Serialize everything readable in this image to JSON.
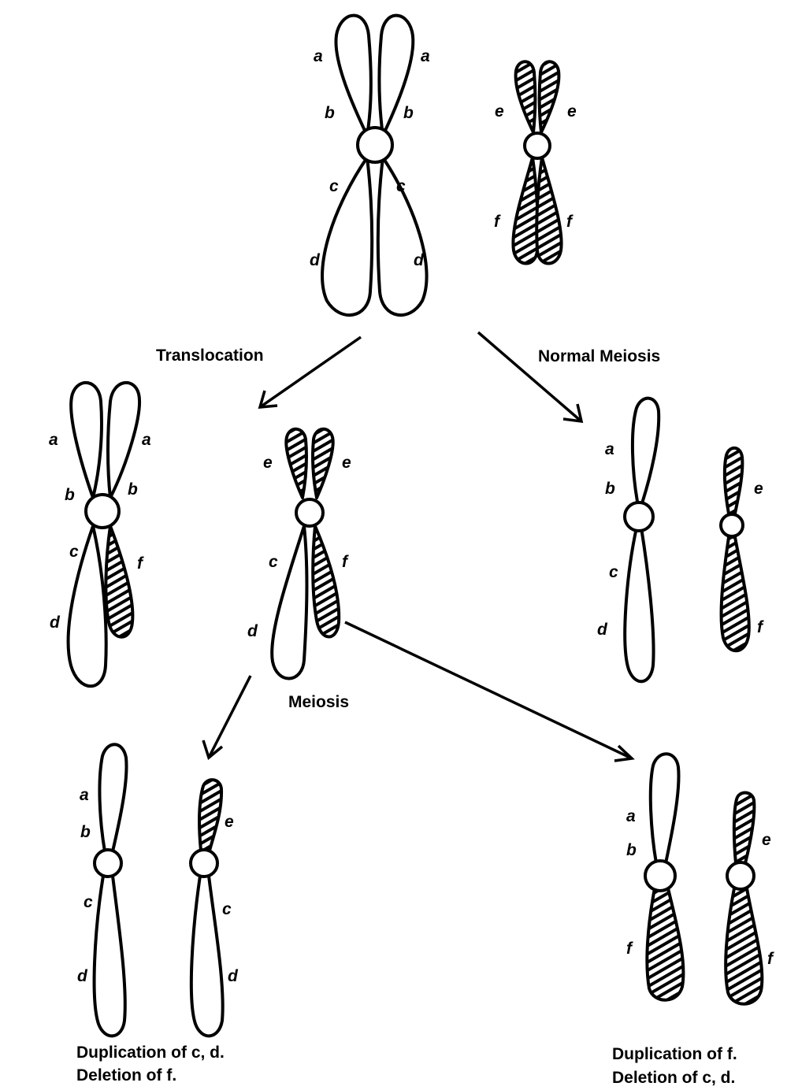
{
  "labels": {
    "translocation": "Translocation",
    "normal_meiosis": "Normal Meiosis",
    "meiosis": "Meiosis",
    "left_result_line1": "Duplication of c, d.",
    "left_result_line2": "Deletion of f.",
    "right_result_line1": "Duplication of f.",
    "right_result_line2": "Deletion of c, d."
  },
  "genes": {
    "a": "a",
    "b": "b",
    "c": "c",
    "d": "d",
    "e": "e",
    "f": "f"
  },
  "colors": {
    "ink": "#000000",
    "paper": "#ffffff"
  }
}
